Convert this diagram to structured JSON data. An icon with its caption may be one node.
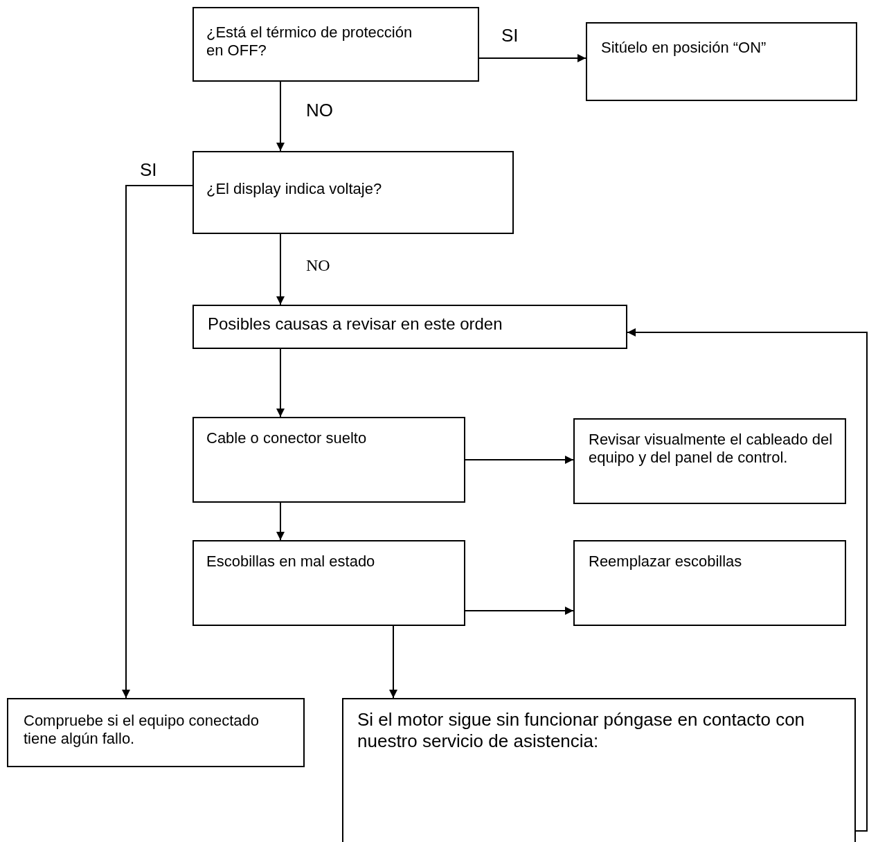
{
  "diagram": {
    "nodes": [
      {
        "text": [
          "¿Está el térmico de protección en OFF?"
        ]
      },
      {
        "text": [
          "Sitúelo en posición “ON”"
        ]
      },
      {
        "text": [
          "¿El display indica voltaje?"
        ]
      },
      {
        "text": [
          "Posibles causas a revisar en este orden"
        ]
      },
      {
        "text": [
          "Cable o conector suelto"
        ]
      },
      {
        "text": [
          "Revisar visualmente el cableado del equipo y del panel de control."
        ]
      },
      {
        "text": [
          "Escobillas en mal estado"
        ]
      },
      {
        "text": [
          "Reemplazar escobillas"
        ]
      },
      {
        "text": [
          "Compruebe si el equipo conectado tiene algún fallo."
        ]
      },
      {
        "text": [
          "Si el motor sigue sin funcionar póngase en contacto con nuestro servicio de asistencia:"
        ]
      }
    ],
    "edges": [
      {
        "from": 0,
        "to": 1,
        "arrow": "to",
        "label": "SI"
      },
      {
        "from": 0,
        "to": 2,
        "arrow": "to",
        "label": "NO"
      },
      {
        "from": 2,
        "to": 8,
        "arrow": "to",
        "label": "SI"
      },
      {
        "from": 2,
        "to": 3,
        "arrow": "to",
        "label": "NO"
      },
      {
        "from": 3,
        "to": 4,
        "arrow": "to"
      },
      {
        "from": 4,
        "to": 5,
        "arrow": "to"
      },
      {
        "from": 4,
        "to": 6,
        "arrow": "to"
      },
      {
        "from": 6,
        "to": 7,
        "arrow": "to"
      },
      {
        "from": 6,
        "to": 9,
        "arrow": "to"
      },
      {
        "from": 9,
        "to": 3,
        "arrow": "to"
      }
    ]
  }
}
